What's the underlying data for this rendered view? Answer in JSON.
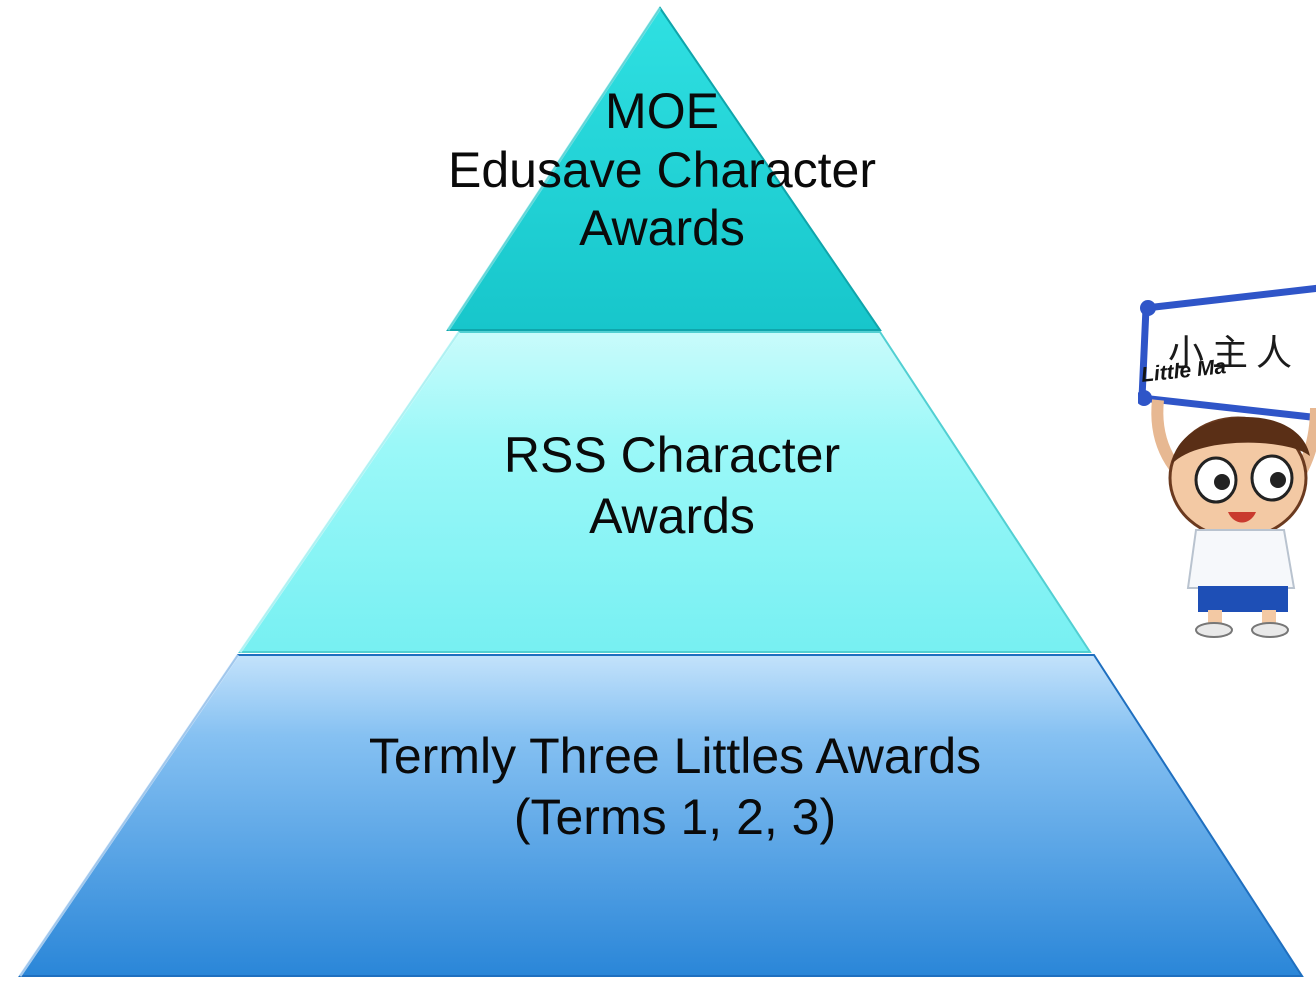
{
  "diagram": {
    "tiers": [
      {
        "level": "top",
        "lines": [
          "MOE",
          "Edusave Character",
          "Awards"
        ],
        "color": "#23d5d6"
      },
      {
        "level": "middle",
        "lines": [
          "RSS Character",
          "Awards"
        ],
        "color": "#7ff2f3"
      },
      {
        "level": "bottom",
        "lines": [
          "Termly Three Littles Awards",
          "(Terms 1, 2, 3)"
        ],
        "color": "#3a93e0"
      }
    ]
  },
  "mascot": {
    "sign_text": "小主人",
    "sign_subtext": "Little Ma"
  }
}
